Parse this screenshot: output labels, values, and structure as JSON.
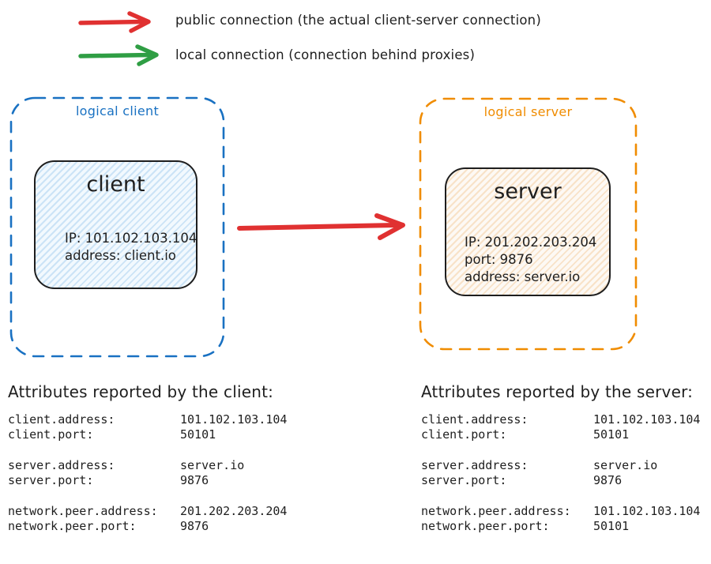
{
  "legend": {
    "public": {
      "label": "public connection (the actual client-server connection)",
      "color": "#e03131"
    },
    "local": {
      "label": "local connection (connection behind proxies)",
      "color": "#2f9e44"
    }
  },
  "diagram": {
    "logical_client": {
      "label": "logical client",
      "border_color": "#1971c2"
    },
    "client_node": {
      "title": "client",
      "lines": [
        "IP: 101.102.103.104",
        "address: client.io"
      ],
      "fill_color": "#d8ecfb"
    },
    "logical_server": {
      "label": "logical server",
      "border_color": "#f08c00"
    },
    "server_node": {
      "title": "server",
      "lines": [
        "IP: 201.202.203.204",
        "port: 9876",
        "address: server.io"
      ],
      "fill_color": "#fbeedd"
    },
    "connection": {
      "color": "#e03131"
    }
  },
  "panels": {
    "client": {
      "heading": "Attributes reported by the client:",
      "rows": [
        {
          "key": "client.address:",
          "value": "101.102.103.104"
        },
        {
          "key": "client.port:",
          "value": "50101"
        },
        {
          "key": "server.address:",
          "value": "server.io"
        },
        {
          "key": "server.port:",
          "value": "9876"
        },
        {
          "key": "network.peer.address:",
          "value": "201.202.203.204"
        },
        {
          "key": "network.peer.port:",
          "value": "9876"
        }
      ]
    },
    "server": {
      "heading": "Attributes reported by the server:",
      "rows": [
        {
          "key": "client.address:",
          "value": "101.102.103.104"
        },
        {
          "key": "client.port:",
          "value": "50101"
        },
        {
          "key": "server.address:",
          "value": "server.io"
        },
        {
          "key": "server.port:",
          "value": "9876"
        },
        {
          "key": "network.peer.address:",
          "value": "101.102.103.104"
        },
        {
          "key": "network.peer.port:",
          "value": "50101"
        }
      ]
    }
  }
}
